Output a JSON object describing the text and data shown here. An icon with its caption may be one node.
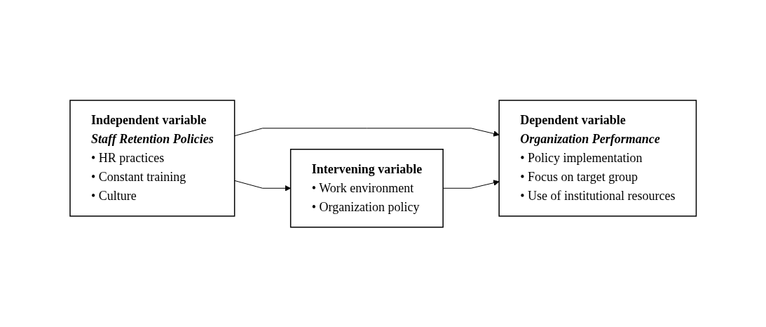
{
  "diagram": {
    "nodes": [
      {
        "text": [
          "Independent variable",
          "Staff Retention Policies",
          "• HR practices",
          "• Constant training",
          "• Culture"
        ]
      },
      {
        "text": [
          "Dependent variable",
          "Organization Performance",
          "• Policy implementation",
          "• Focus on target group",
          "• Use of institutional resources"
        ]
      },
      {
        "text": [
          "Intervening variable",
          "• Work environment",
          "• Organization policy"
        ]
      }
    ],
    "edges": [
      {
        "from": 0,
        "to": 1,
        "arrow": "to"
      },
      {
        "from": 0,
        "to": 2,
        "arrow": "to"
      },
      {
        "from": 2,
        "to": 1,
        "arrow": "to"
      }
    ]
  }
}
